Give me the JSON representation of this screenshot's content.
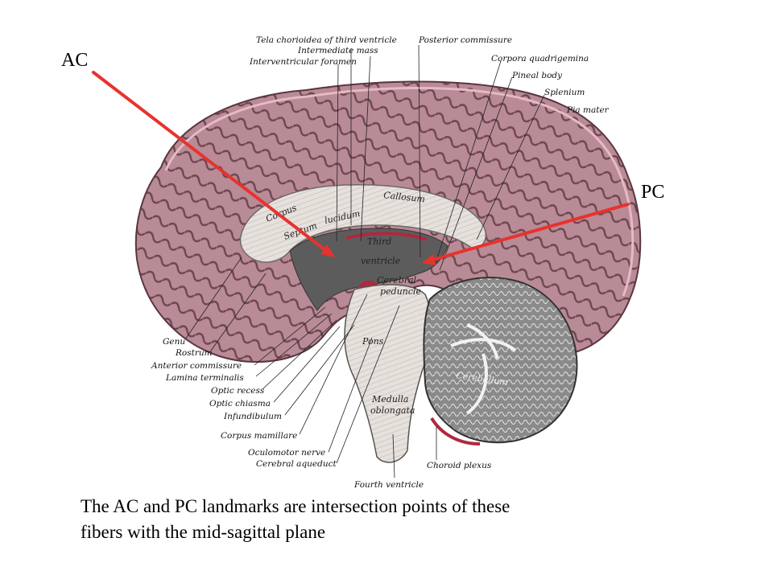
{
  "colors": {
    "cortex": "#b88b96",
    "cortex_dark": "#6e4650",
    "white_matter": "#e6e1dc",
    "ventricle_fill": "#5c5c5c",
    "choroid_red": "#b0283f",
    "arrow_red": "#e8322e",
    "cerebellum": "#8a8a8a"
  },
  "markers": {
    "ac": "AC",
    "pc": "PC"
  },
  "labels": {
    "top": [
      "Tela chorioidea of third ventricle",
      "Intermediate mass",
      "Interventricular foramen",
      "Posterior commissure",
      "Corpora quadrigemina",
      "Pineal body",
      "Splenium",
      "Pia mater"
    ],
    "bottom_left": [
      "Genu",
      "Rostrum",
      "Anterior commissure",
      "Lamina terminalis",
      "Optic recess",
      "Optic chiasma",
      "Infundibulum",
      "Corpus mamillare",
      "Oculomotor nerve",
      "Cerebral aqueduct"
    ],
    "bottom_right": [
      "Choroid plexus",
      "Fourth ventricle"
    ],
    "inner": {
      "corpus": "Corpus",
      "callosum": "Callosum",
      "septum": "Septum",
      "lucidum": "lucidum",
      "third": "Third",
      "ventricle": "ventricle",
      "cerebral": "Cerebral",
      "peduncle": "peduncle",
      "pons": "Pons",
      "medulla": "Medulla",
      "oblongata": "oblongata",
      "cerebellum": "Cerebellum"
    }
  },
  "caption": {
    "line1": "The AC and PC landmarks are intersection points of these",
    "line2": "fibers with the mid-sagittal plane"
  }
}
